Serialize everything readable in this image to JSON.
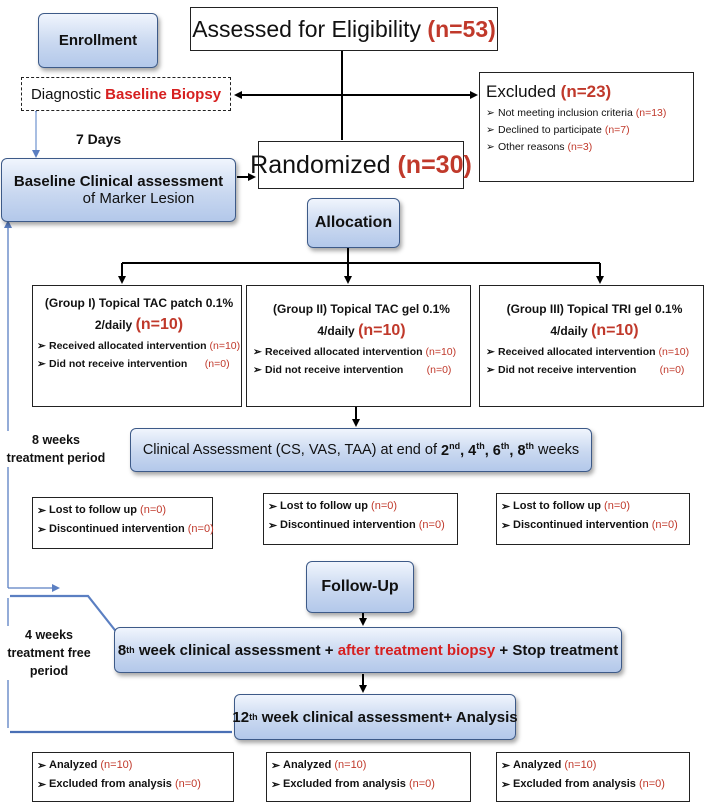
{
  "enrollment": {
    "label": "Enrollment"
  },
  "eligibility": {
    "text": "Assessed for Eligibility",
    "n": "(n=53)"
  },
  "biopsy": {
    "text": "Diagnostic",
    "highlight": "Baseline Biopsy"
  },
  "days": {
    "label": "7 Days"
  },
  "excluded": {
    "title": "Excluded",
    "n": "(n=23)",
    "items": [
      {
        "text": "Not meeting inclusion criteria",
        "n": "(n=13)"
      },
      {
        "text": "Declined to participate",
        "n": "(n=7)"
      },
      {
        "text": "Other reasons",
        "n": "(n=3)"
      }
    ]
  },
  "randomized": {
    "text": "Randomized",
    "n": "(n=30)"
  },
  "baseline": {
    "line1": "Baseline Clinical assessment",
    "line2": "of Marker Lesion"
  },
  "allocation": {
    "label": "Allocation"
  },
  "groups": [
    {
      "title": "(Group I) Topical TAC patch 0.1%",
      "dose": "2/daily",
      "n": "(n=10)",
      "received": "Received allocated intervention",
      "received_n": "(n=10)",
      "not_received": "Did not receive intervention",
      "not_received_n": "(n=0)"
    },
    {
      "title": "(Group II) Topical TAC gel 0.1%",
      "dose": "4/daily",
      "n": "(n=10)",
      "received": "Received allocated intervention",
      "received_n": "(n=10)",
      "not_received": "Did not receive intervention",
      "not_received_n": "(n=0)"
    },
    {
      "title": "(Group III) Topical TRI gel 0.1%",
      "dose": "4/daily",
      "n": "(n=10)",
      "received": "Received allocated intervention",
      "received_n": "(n=10)",
      "not_received": "Did not receive intervention",
      "not_received_n": "(n=0)"
    }
  ],
  "clinical": {
    "text": "Clinical Assessment (CS, VAS, TAA)  at end of",
    "w2": "2",
    "w2s": "nd",
    "w4": "4",
    "w4s": "th",
    "w6": "6",
    "w6s": "th",
    "w8": "8",
    "w8s": "th",
    "weeks": "weeks"
  },
  "losts": [
    {
      "lost": "Lost to follow up",
      "lost_n": "(n=0)",
      "disc": "Discontinued intervention",
      "disc_n": "(n=0)"
    },
    {
      "lost": "Lost to follow up",
      "lost_n": "(n=0)",
      "disc": "Discontinued intervention",
      "disc_n": "(n=0)"
    },
    {
      "lost": "Lost to follow up",
      "lost_n": "(n=0)",
      "disc": "Discontinued intervention",
      "disc_n": "(n=0)"
    }
  ],
  "treatment_period": {
    "line1": "8 weeks",
    "line2": "treatment period"
  },
  "followup": {
    "label": "Follow-Up"
  },
  "free_period": {
    "line1": "4 weeks",
    "line2": "treatment free",
    "line3": "period"
  },
  "week8": {
    "num": "8",
    "sup": "th",
    "text": " week clinical assessment + ",
    "highlight": "after treatment biopsy",
    "tail": " + Stop treatment"
  },
  "week12": {
    "num": "12",
    "sup": "th",
    "text": " week clinical assessment+ Analysis"
  },
  "analyses": [
    {
      "analyzed": "Analyzed",
      "analyzed_n": "(n=10)",
      "excluded": "Excluded from analysis",
      "excluded_n": "(n=0)"
    },
    {
      "analyzed": "Analyzed",
      "analyzed_n": "(n=10)",
      "excluded": "Excluded from analysis",
      "excluded_n": "(n=0)"
    },
    {
      "analyzed": "Analyzed",
      "analyzed_n": "(n=10)",
      "excluded": "Excluded from analysis",
      "excluded_n": "(n=0)"
    }
  ],
  "colors": {
    "accent_red": "#d62020",
    "box_blue": "#c9d8f0",
    "side_line": "#5b7fc2"
  },
  "icons": {
    "bullet": "➢"
  }
}
